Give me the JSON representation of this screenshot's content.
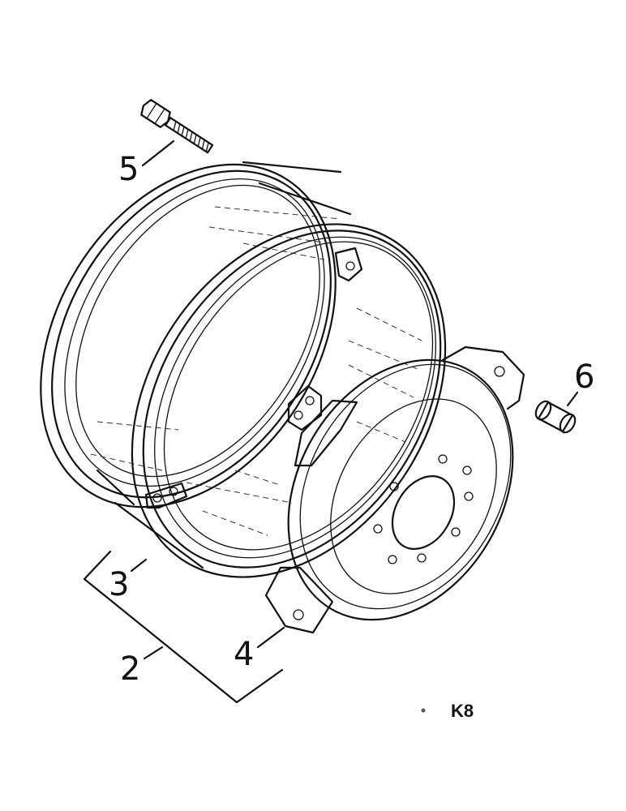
{
  "callouts": {
    "bolt": "5",
    "spacer": "6",
    "rim_assembly": "2",
    "rim_ring": "3",
    "wheel_disc": "4"
  },
  "figure_code": "K8"
}
